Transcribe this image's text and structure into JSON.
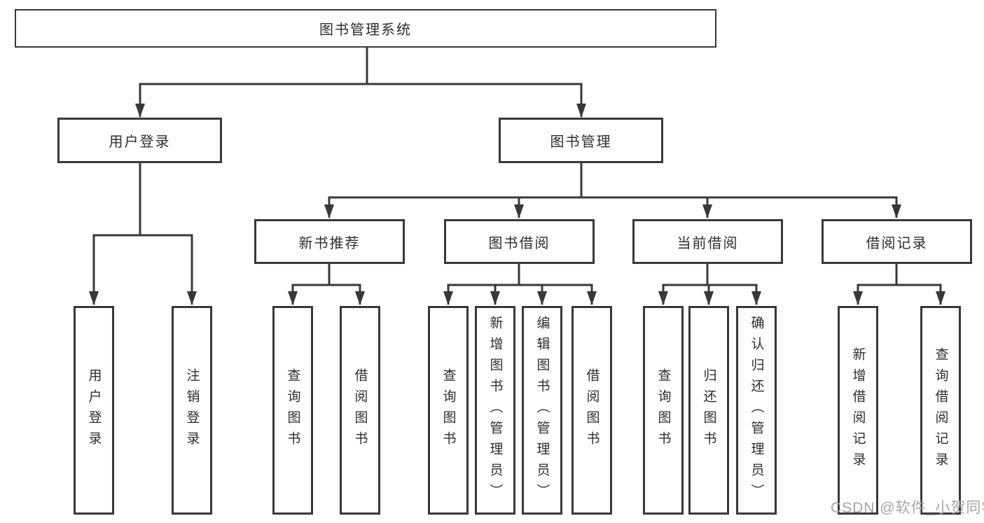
{
  "colors": {
    "line": "#383838",
    "box_border": "#383838",
    "text": "#2d2d2d",
    "watermark": "#a5a5a5",
    "background": "#ffffff"
  },
  "tree": {
    "label": "图书管理系统",
    "children": [
      {
        "label": "用户登录",
        "children": [
          {
            "label": "用户登录"
          },
          {
            "label": "注销登录"
          }
        ]
      },
      {
        "label": "图书管理",
        "children": [
          {
            "label": "新书推荐",
            "children": [
              {
                "label": "查询图书"
              },
              {
                "label": "借阅图书"
              }
            ]
          },
          {
            "label": "图书借阅",
            "children": [
              {
                "label": "查询图书"
              },
              {
                "label": "新增图书（管理员）"
              },
              {
                "label": "编辑图书（管理员）"
              },
              {
                "label": "借阅图书"
              }
            ]
          },
          {
            "label": "当前借阅",
            "children": [
              {
                "label": "查询图书"
              },
              {
                "label": "归还图书"
              },
              {
                "label": "确认归还（管理员）"
              }
            ]
          },
          {
            "label": "借阅记录",
            "children": [
              {
                "label": "新增借阅记录"
              },
              {
                "label": "查询借阅记录"
              }
            ]
          }
        ]
      }
    ]
  },
  "watermark": {
    "text": "CSDN @软件_小贺同学"
  }
}
